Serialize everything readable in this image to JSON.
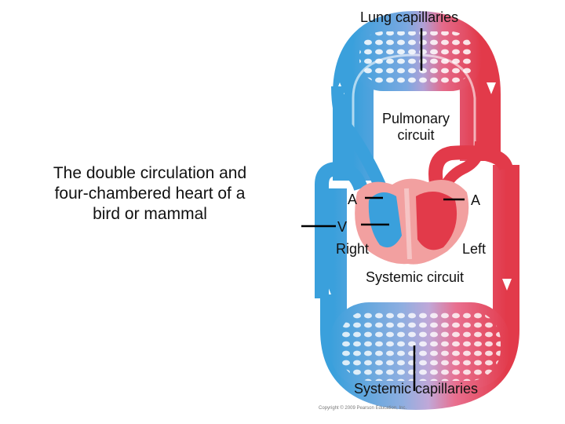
{
  "caption": "The double circulation and four-chambered heart of a bird or mammal",
  "labels": {
    "lung_capillaries": "Lung capillaries",
    "pulmonary_circuit": "Pulmonary circuit",
    "atrium_left_side": "A",
    "atrium_right_side": "A",
    "ventricle": "V",
    "right": "Right",
    "left": "Left",
    "systemic_circuit": "Systemic circuit",
    "systemic_capillaries": "Systemic capillaries"
  },
  "copyright": "Copyright © 2009 Pearson Education, Inc.",
  "colors": {
    "deoxygenated": "#3aa0dc",
    "oxygenated": "#e23a4a",
    "capillary_mix": "#b9a8d8",
    "heart_muscle": "#f2a0a0"
  }
}
